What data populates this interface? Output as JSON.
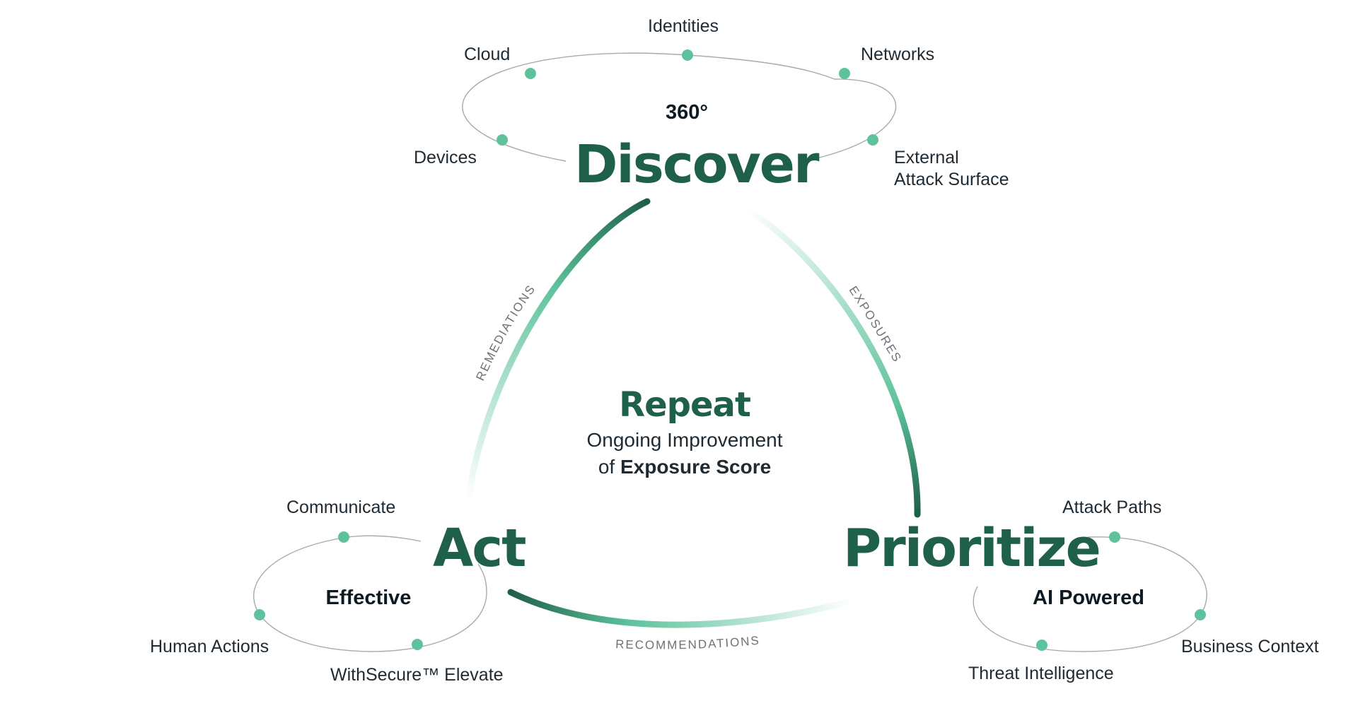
{
  "colors": {
    "dark_green": "#1e6048",
    "accent_green": "#5ec39c",
    "ring_grey": "#a9a9a9",
    "text": "#1f2a33"
  },
  "discover": {
    "title": "Discover",
    "subtitle": "360°",
    "items": [
      "Identities",
      "Cloud",
      "Networks",
      "Devices",
      "External",
      "Attack Surface"
    ]
  },
  "act": {
    "title": "Act",
    "subtitle": "Effective",
    "items": [
      "Communicate",
      "Human Actions",
      "WithSecure™ Elevate"
    ]
  },
  "prioritize": {
    "title": "Prioritize",
    "subtitle": "AI Powered",
    "items": [
      "Attack Paths",
      "Business Context",
      "Threat Intelligence"
    ]
  },
  "center": {
    "title": "Repeat",
    "line1": "Ongoing Improvement",
    "line2_prefix": "of",
    "line2_bold": "Exposure Score"
  },
  "flows": {
    "remediations": "REMEDIATIONS",
    "exposures": "EXPOSURES",
    "recommendations": "RECOMMENDATIONS"
  }
}
